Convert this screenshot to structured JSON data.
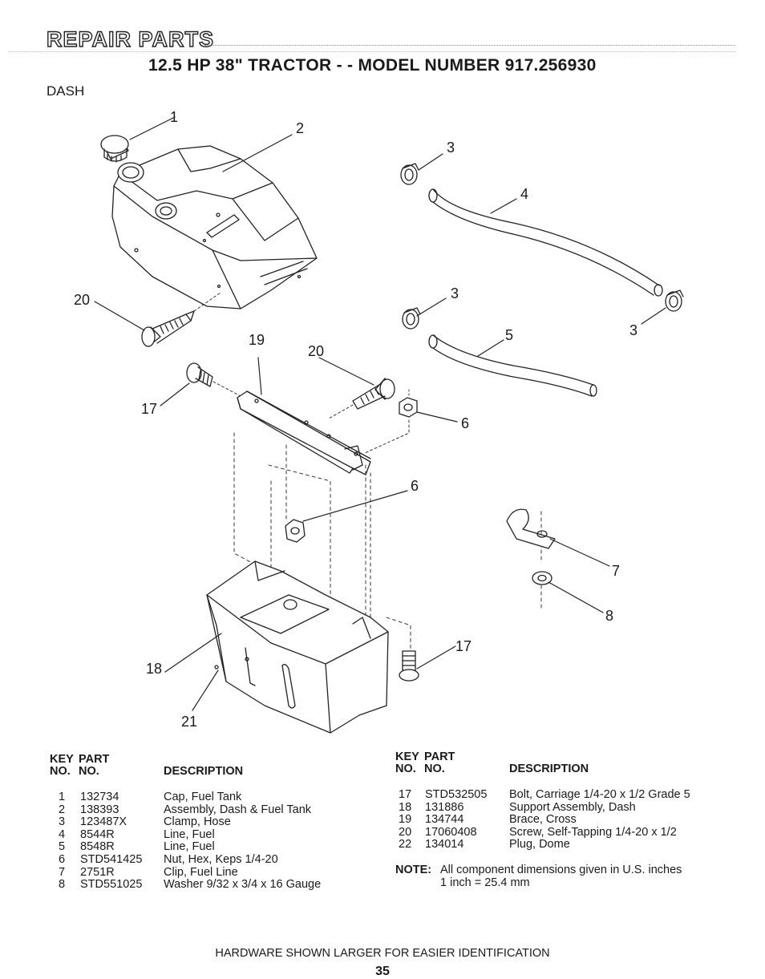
{
  "header": {
    "title": "REPAIR PARTS",
    "model": "12.5 HP 38\" TRACTOR - - MODEL NUMBER 917.256930",
    "section": "DASH"
  },
  "diagram": {
    "callouts": [
      "1",
      "2",
      "3",
      "4",
      "3",
      "5",
      "3",
      "20",
      "19",
      "20",
      "17",
      "6",
      "6",
      "7",
      "8",
      "17",
      "18",
      "21"
    ]
  },
  "table_headers": {
    "key": "KEY",
    "part": "PART",
    "no1": "NO.",
    "no2": "NO.",
    "description": "DESCRIPTION"
  },
  "parts_left": [
    {
      "key": "1",
      "part": "132734",
      "desc": "Cap, Fuel Tank"
    },
    {
      "key": "2",
      "part": "138393",
      "desc": "Assembly, Dash & Fuel Tank"
    },
    {
      "key": "3",
      "part": "123487X",
      "desc": "Clamp, Hose"
    },
    {
      "key": "4",
      "part": "8544R",
      "desc": "Line, Fuel"
    },
    {
      "key": "5",
      "part": "8548R",
      "desc": "Line, Fuel"
    },
    {
      "key": "6",
      "part": "STD541425",
      "desc": "Nut, Hex, Keps 1/4-20"
    },
    {
      "key": "7",
      "part": "2751R",
      "desc": "Clip, Fuel Line"
    },
    {
      "key": "8",
      "part": "STD551025",
      "desc": "Washer 9/32 x 3/4 x 16 Gauge"
    }
  ],
  "parts_right": [
    {
      "key": "17",
      "part": "STD532505",
      "desc": "Bolt, Carriage 1/4-20 x 1/2 Grade 5"
    },
    {
      "key": "18",
      "part": "131886",
      "desc": "Support Assembly, Dash"
    },
    {
      "key": "19",
      "part": "134744",
      "desc": "Brace, Cross"
    },
    {
      "key": "20",
      "part": "17060408",
      "desc": "Screw, Self-Tapping 1/4-20 x 1/2"
    },
    {
      "key": "22",
      "part": "134014",
      "desc": "Plug, Dome"
    }
  ],
  "note": {
    "label": "NOTE:",
    "line1": "All component dimensions given in U.S. inches",
    "line2": "1 inch = 25.4 mm"
  },
  "footer": {
    "text": "HARDWARE SHOWN LARGER FOR EASIER IDENTIFICATION",
    "page": "35"
  }
}
